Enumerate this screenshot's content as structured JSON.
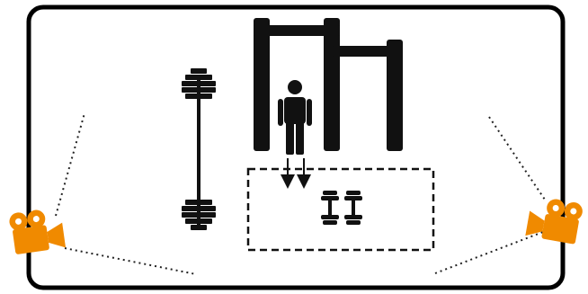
{
  "scene": {
    "room": {
      "stroke_color": "#000000"
    },
    "equipment": {
      "barbell": {
        "icon": "barbell-icon",
        "color": "#111111"
      },
      "pull_up_bars": {
        "icon": "pull-up-bars-icon",
        "count": 2,
        "color": "#111111"
      },
      "person": {
        "icon": "person-icon",
        "color": "#111111"
      },
      "dumbbells": {
        "icon": "dumbbell-icon",
        "count": 2,
        "color": "#111111"
      }
    },
    "zone": {
      "style": "dashed",
      "color": "#111111"
    },
    "movement_arrows": {
      "count": 2,
      "direction": "down"
    },
    "cameras": [
      {
        "icon": "camera-icon",
        "position": "left",
        "color": "#f08a00"
      },
      {
        "icon": "camera-icon",
        "position": "right",
        "color": "#f08a00"
      }
    ]
  }
}
